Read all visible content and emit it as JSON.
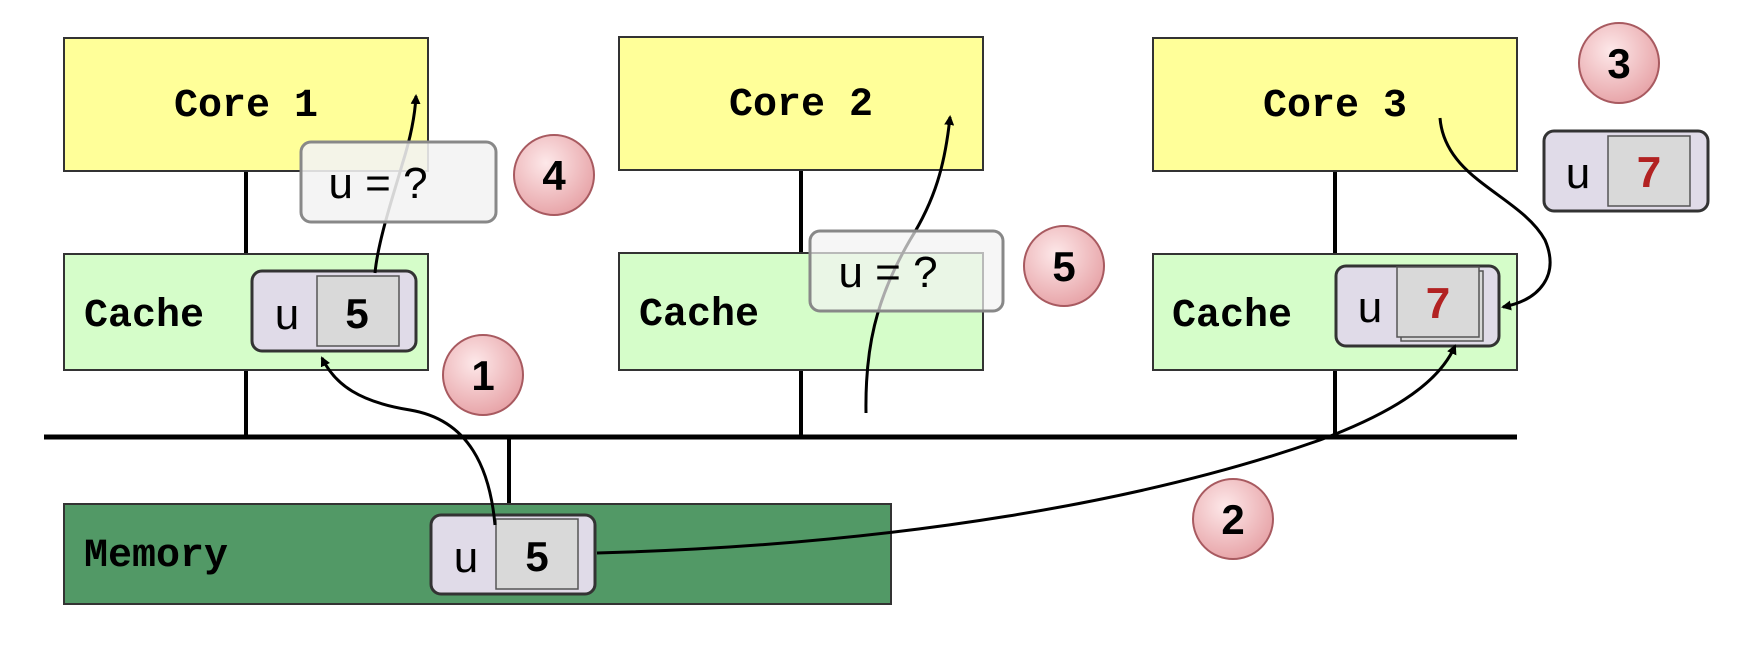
{
  "cores": [
    {
      "label": "Core 1"
    },
    {
      "label": "Core 2"
    },
    {
      "label": "Core 3"
    }
  ],
  "caches": [
    {
      "label": "Cache"
    },
    {
      "label": "Cache"
    },
    {
      "label": "Cache"
    }
  ],
  "memory": {
    "label": "Memory"
  },
  "variables": {
    "cache1": {
      "name": "u",
      "value": "5"
    },
    "cache3": {
      "name": "u",
      "value": "7"
    },
    "memory": {
      "name": "u",
      "value": "5"
    },
    "write3": {
      "name": "u",
      "value": "7"
    }
  },
  "reads": {
    "core1": "u = ?",
    "core2": "u = ?"
  },
  "steps": [
    "1",
    "2",
    "3",
    "4",
    "5"
  ],
  "colors": {
    "core_fill": "#ffff99",
    "cache_fill": "#d5fdc9",
    "memory_fill": "#529966",
    "value_box_fill": "#e0dbe8",
    "new_value": "#b22222",
    "step_fill": "#f2b8bb"
  }
}
